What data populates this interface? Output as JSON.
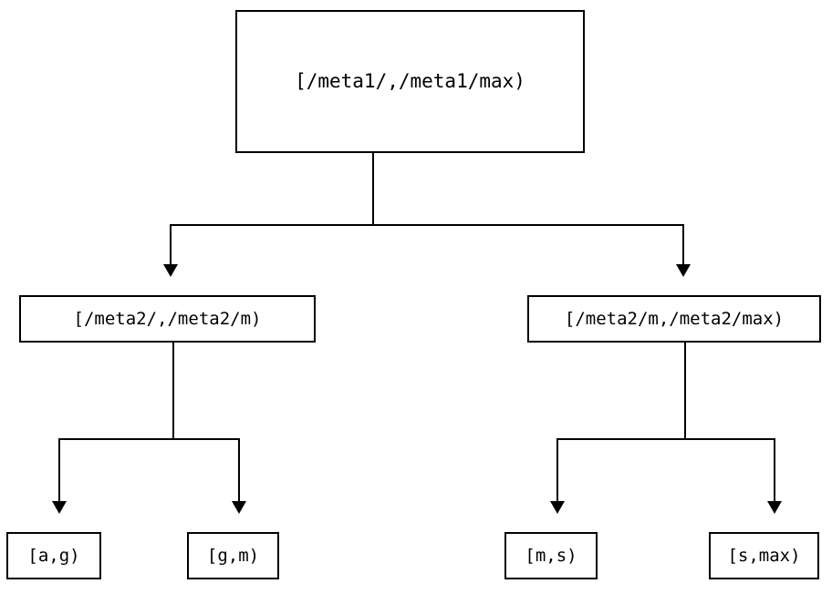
{
  "diagram": {
    "type": "tree",
    "title": "",
    "background_color": "#ffffff",
    "line_color": "#000000",
    "text_color": "#000000",
    "nodes": {
      "root": {
        "label": "[/meta1/,/meta1/max)"
      },
      "level1": [
        {
          "label": "[/meta2/,/meta2/m)"
        },
        {
          "label": "[/meta2/m,/meta2/max)"
        }
      ],
      "leaves": [
        {
          "label": "[a,g)"
        },
        {
          "label": "[g,m)"
        },
        {
          "label": "[m,s)"
        },
        {
          "label": "[s,max)"
        }
      ]
    },
    "edges": [
      {
        "from": "root",
        "to": "[/meta2/,/meta2/m)",
        "arrow": "down"
      },
      {
        "from": "root",
        "to": "[/meta2/m,/meta2/max)",
        "arrow": "down"
      },
      {
        "from": "[/meta2/,/meta2/m)",
        "to": "[a,g)",
        "arrow": "down"
      },
      {
        "from": "[/meta2/,/meta2/m)",
        "to": "[g,m)",
        "arrow": "down"
      },
      {
        "from": "[/meta2/m,/meta2/max)",
        "to": "[m,s)",
        "arrow": "down"
      },
      {
        "from": "[/meta2/m,/meta2/max)",
        "to": "[s,max)",
        "arrow": "down"
      }
    ]
  }
}
